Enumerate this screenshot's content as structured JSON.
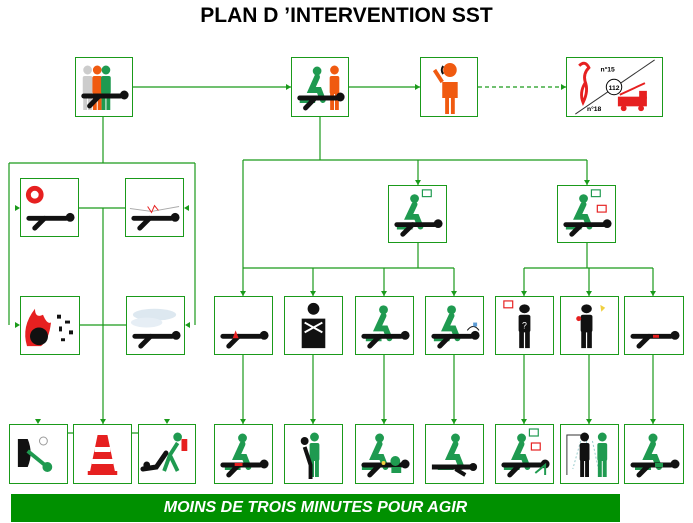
{
  "title": "PLAN D ’INTERVENTION SST",
  "banner": "MOINS DE TROIS MINUTES POUR AGIR",
  "colors": {
    "line": "#1a9a1a",
    "green": "#1f9a50",
    "orange": "#f05a10",
    "red": "#e62020",
    "banner": "#009000"
  },
  "emergency": {
    "samu": "n°15",
    "central": "112",
    "pompiers": "n°18"
  },
  "boxes": {
    "protect": "protect-scene-icon",
    "examine": "examine-victim-icon",
    "alert": "phone-alert-icon",
    "emergency": "emergency-numbers-icon",
    "electric": "electric-hazard-icon",
    "cut": "cut-hazard-icon",
    "fire": "fire-explosion-icon",
    "smoke": "toxic-gas-icon",
    "speak1": "victim-responds-icon",
    "speak2": "victim-conscious-icon",
    "bleeding": "bleeding-icon",
    "choking": "choking-icon",
    "unconscious_breathing": "unconscious-breathing-icon",
    "not_breathing": "not-breathing-icon",
    "malaise": "malaise-icon",
    "burn": "burn-icon",
    "wound": "wound-icon",
    "switch": "cut-power-icon",
    "cone": "signal-cone-icon",
    "extract": "extract-victim-icon",
    "compress": "compression-icon",
    "backblows": "back-blows-icon",
    "cpr_defib": "cpr-defibrillator-icon",
    "recovery": "recovery-position-icon",
    "install": "install-victim-icon",
    "cool": "cool-burn-shower-icon",
    "protect_wound": "treat-wound-icon"
  }
}
